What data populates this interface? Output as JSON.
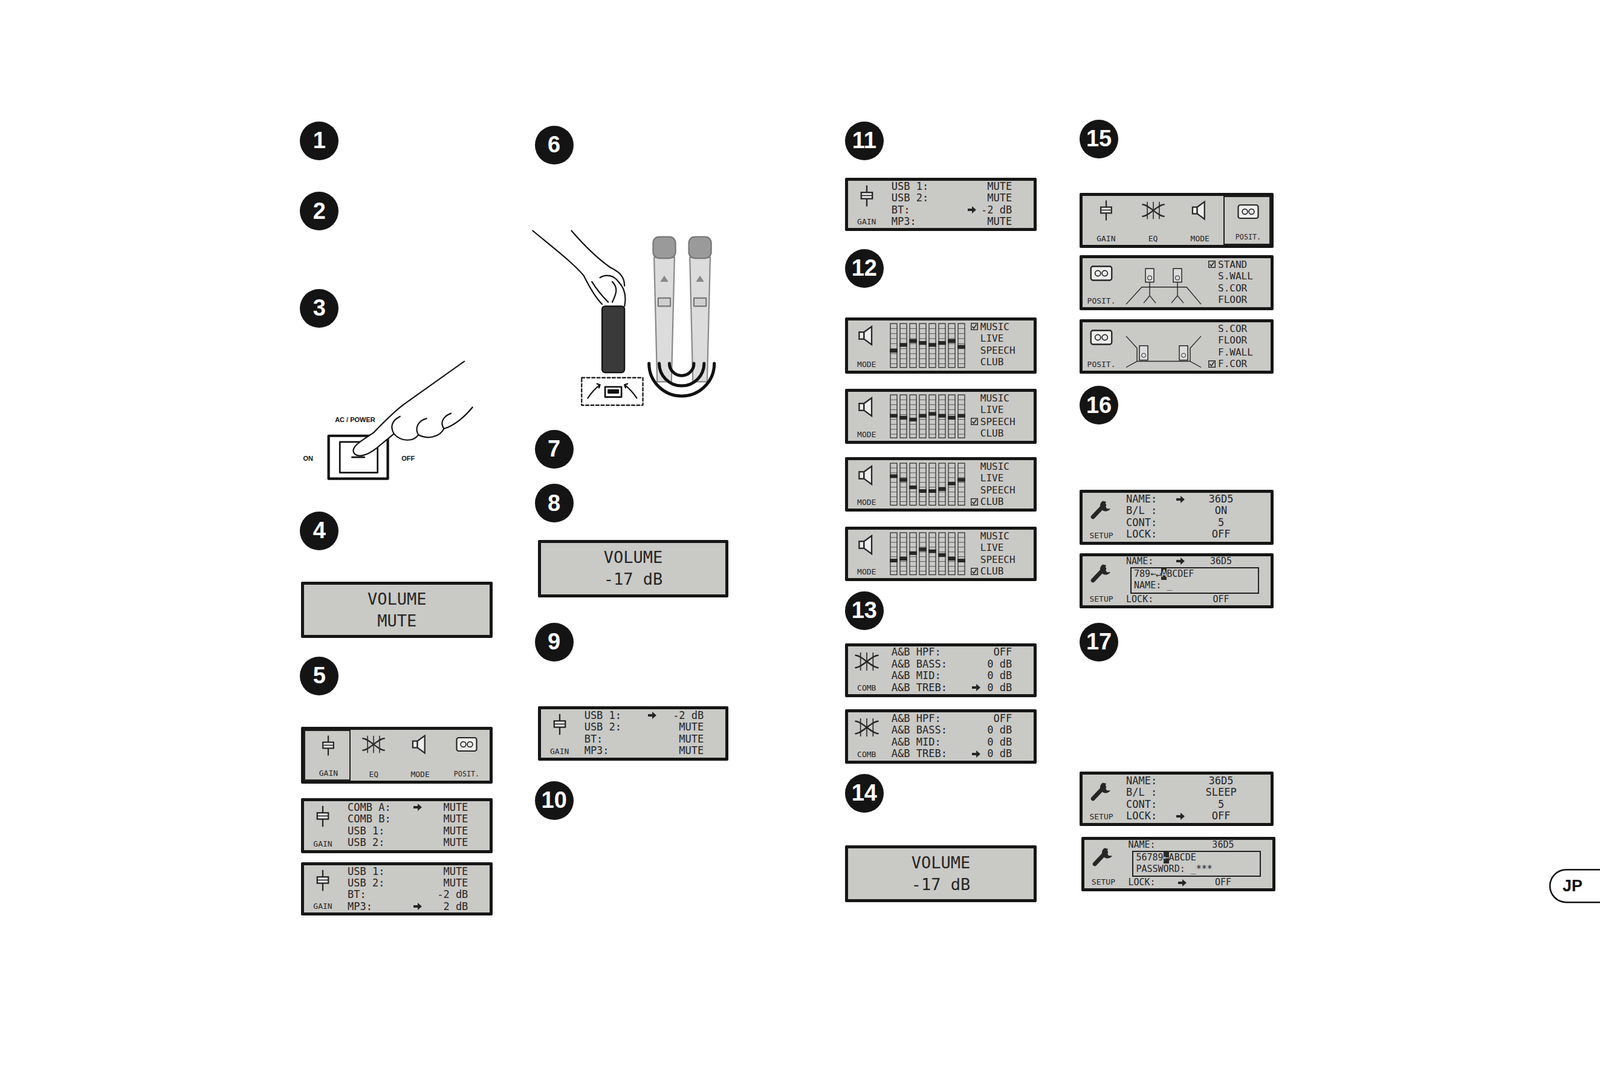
{
  "diagram": {
    "nodes": [
      {
        "text": [
          "VOLUME",
          "MUTE"
        ]
      },
      {
        "text": [
          "GAIN",
          "EQ",
          "MODE",
          "POSIT."
        ]
      },
      {
        "text": [
          "GAIN",
          "COMB A:",
          "MUTE",
          "COMB B:",
          "MUTE",
          "USB 1:",
          "MUTE",
          "USB 2:",
          "MUTE"
        ]
      },
      {
        "text": [
          "GAIN",
          "USB 1:",
          "MUTE",
          "USB 2:",
          "MUTE",
          "BT:",
          "-2 dB",
          "MP3:",
          "2 dB"
        ]
      },
      {
        "text": [
          "VOLUME",
          "-17 dB"
        ]
      },
      {
        "text": [
          "GAIN",
          "USB 1:",
          "-2 dB",
          "USB 2:",
          "MUTE",
          "BT:",
          "MUTE",
          "MP3:",
          "MUTE"
        ]
      },
      {
        "text": [
          "GAIN",
          "USB 1:",
          "MUTE",
          "USB 2:",
          "MUTE",
          "BT:",
          "-2 dB",
          "MP3:",
          "MUTE"
        ]
      },
      {
        "text": [
          "MODE",
          "MUSIC",
          "LIVE",
          "SPEECH",
          "CLUB"
        ]
      },
      {
        "text": [
          "MODE",
          "MUSIC",
          "LIVE",
          "SPEECH",
          "CLUB"
        ]
      },
      {
        "text": [
          "MODE",
          "MUSIC",
          "LIVE",
          "SPEECH",
          "CLUB"
        ]
      },
      {
        "text": [
          "MODE",
          "MUSIC",
          "LIVE",
          "SPEECH",
          "CLUB"
        ]
      },
      {
        "text": [
          "COMB",
          "A&B HPF:",
          "OFF",
          "A&B BASS:",
          "0 dB",
          "A&B MID:",
          "0 dB",
          "A&B TREB:",
          "0 dB"
        ]
      },
      {
        "text": [
          "COMB",
          "A&B HPF:",
          "OFF",
          "A&B BASS:",
          "0 dB",
          "A&B MID:",
          "0 dB",
          "A&B TREB:",
          "0 dB"
        ]
      },
      {
        "text": [
          "VOLUME",
          "-17 dB"
        ]
      },
      {
        "text": [
          "GAIN",
          "EQ",
          "MODE",
          "POSIT."
        ]
      },
      {
        "text": [
          "POSIT.",
          "STAND",
          "S.WALL",
          "S.COR",
          "FLOOR"
        ]
      },
      {
        "text": [
          "POSIT.",
          "S.COR",
          "FLOOR",
          "F.WALL",
          "F.COR"
        ]
      },
      {
        "text": [
          "SETUP",
          "NAME:",
          "36D5",
          "B/L :",
          "ON",
          "CONT:",
          "5",
          "LOCK:",
          "OFF"
        ]
      },
      {
        "text": [
          "SETUP",
          "NAME:",
          "36D5",
          "LOCK:",
          "OFF"
        ]
      },
      {
        "text": [
          "789←↵",
          "A",
          "BCDEF",
          "NAME: _"
        ],
        "in": 18
      },
      {
        "text": [
          "SETUP",
          "NAME:",
          "36D5",
          "B/L :",
          "SLEEP",
          "CONT:",
          "5",
          "LOCK:",
          "OFF"
        ]
      },
      {
        "text": [
          "SETUP",
          "NAME:",
          "36D5",
          "LOCK:",
          "OFF"
        ]
      },
      {
        "text": [
          "56789",
          "←",
          "ABCDE",
          "PASSWORD: _***"
        ],
        "in": 21
      }
    ],
    "labels": [
      "1",
      "2",
      "3",
      "4",
      "5",
      "6",
      "7",
      "8",
      "9",
      "10",
      "11",
      "12",
      "13",
      "14",
      "15",
      "16",
      "17",
      "AC / POWER",
      "ON",
      "OFF",
      "JP"
    ]
  }
}
